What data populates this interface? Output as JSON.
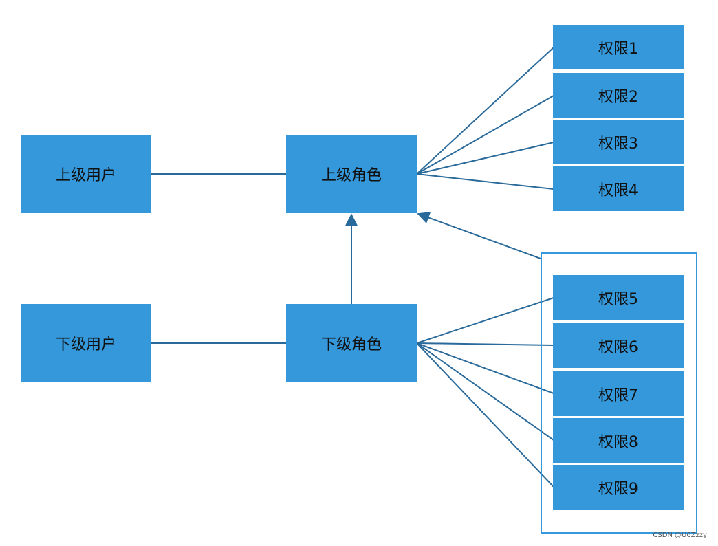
{
  "nodes": {
    "upper_user": "上级用户",
    "upper_role": "上级角色",
    "lower_user": "下级用户",
    "lower_role": "下级角色"
  },
  "permissions_upper": [
    "权限1",
    "权限2",
    "权限3",
    "权限4"
  ],
  "permissions_lower": [
    "权限5",
    "权限6",
    "权限7",
    "权限8",
    "权限9"
  ],
  "watermark": "CSDN @U6Zzzy",
  "colors": {
    "box_fill": "#3498db",
    "line": "#2a6a9a",
    "text": "#111111"
  }
}
